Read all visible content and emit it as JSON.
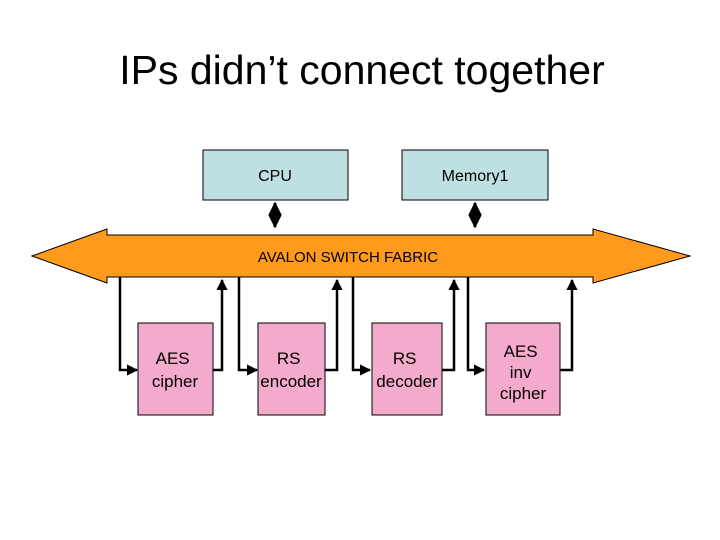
{
  "title": "IPs didn’t connect together",
  "blocks": {
    "cpu": "CPU",
    "memory": "Memory1",
    "aes_cipher": [
      "AES",
      "cipher"
    ],
    "rs_encoder": [
      "RS",
      "encoder"
    ],
    "rs_decoder": [
      "RS",
      "decoder"
    ],
    "aes_inv_cipher": [
      "AES",
      "inv",
      "cipher"
    ]
  },
  "bus": {
    "label": "AVALON SWITCH FABRIC"
  },
  "colors": {
    "master_fill": "#bfe0e2",
    "slave_fill": "#f4aaca",
    "bus_fill": "#ff9a1c",
    "stroke": "#000000"
  }
}
